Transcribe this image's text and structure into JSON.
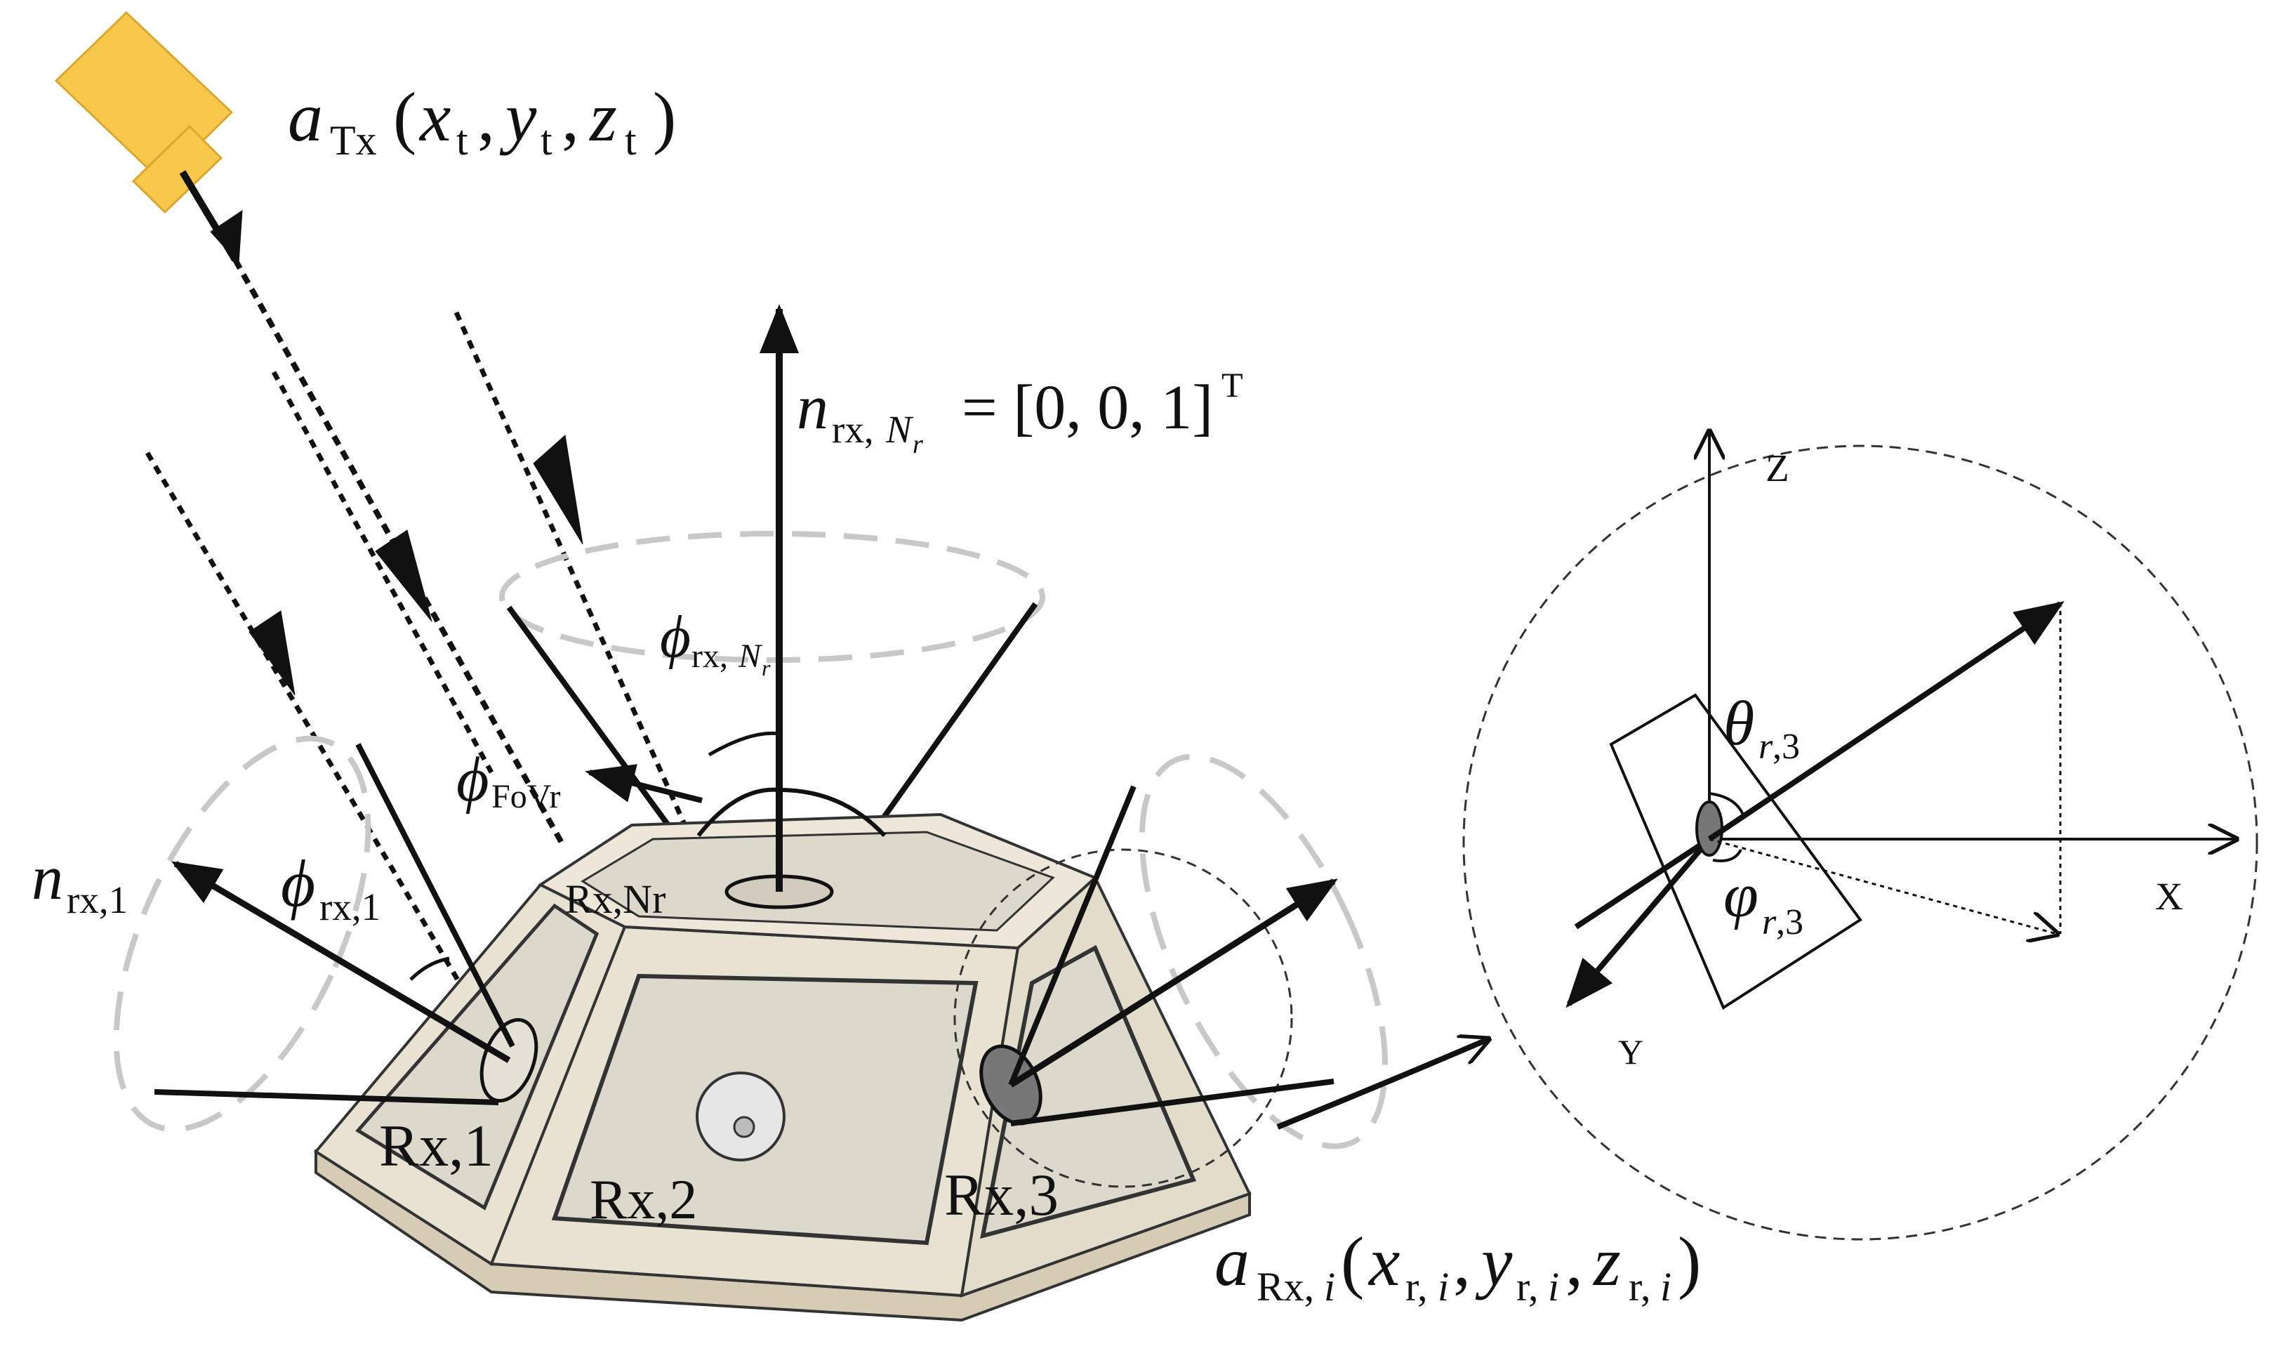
{
  "labels": {
    "tx_a": "a",
    "tx_sub": "Tx",
    "tx_coords_open": "(",
    "tx_x": "x",
    "tx_x_sub": "t",
    "tx_comma1": ",",
    "tx_y": "y",
    "tx_y_sub": "t",
    "tx_comma2": ",",
    "tx_z": "z",
    "tx_z_sub": "t",
    "tx_coords_close": ")",
    "n_top": "n",
    "n_top_sub": "rx,",
    "n_top_sub2": "N",
    "n_top_sub3": "r",
    "n_top_eq": "= [0, 0, 1]",
    "n_top_T": "T",
    "phi_top": "ϕ",
    "phi_top_sub": "rx,",
    "phi_top_sub2": "N",
    "phi_top_sub3": "r",
    "phi_fov": "ϕ",
    "phi_fov_sub": "FoVr",
    "n1": "n",
    "n1_sub": "rx,1",
    "phi1": "ϕ",
    "phi1_sub": "rx,1",
    "rx_nr": "Rx,Nr",
    "rx1": "Rx,1",
    "rx2": "Rx,2",
    "rx3": "Rx,3",
    "rx_a": "a",
    "rx_sub": "Rx,",
    "rx_sub_i": "i",
    "rx_open": "(",
    "rx_x": "x",
    "rx_x_sub": "r,",
    "rx_x_sub_i": "i",
    "rx_comma1": ",",
    "rx_y": "y",
    "rx_y_sub": "r,",
    "rx_y_sub_i": "i",
    "rx_comma2": ",",
    "rx_z": "z",
    "rx_z_sub": "r,",
    "rx_z_sub_i": "i",
    "rx_close": ")",
    "axis_z": "Z",
    "axis_x": "X",
    "axis_y": "Y",
    "theta": "θ",
    "theta_sub": "r",
    "theta_sub2": ",3",
    "varphi": "φ",
    "varphi_sub": "r",
    "varphi_sub2": ",3"
  },
  "colors": {
    "ink": "#111111",
    "transmitter": "#f7c84a",
    "body": "#e8e2d2",
    "body_dark": "#d6ccb6",
    "window": "#ddd8cc",
    "cone": "#c8c8c8"
  },
  "icons": {
    "transmitter": "led-transmitter-icon",
    "receiver": "photodiode-icon"
  }
}
